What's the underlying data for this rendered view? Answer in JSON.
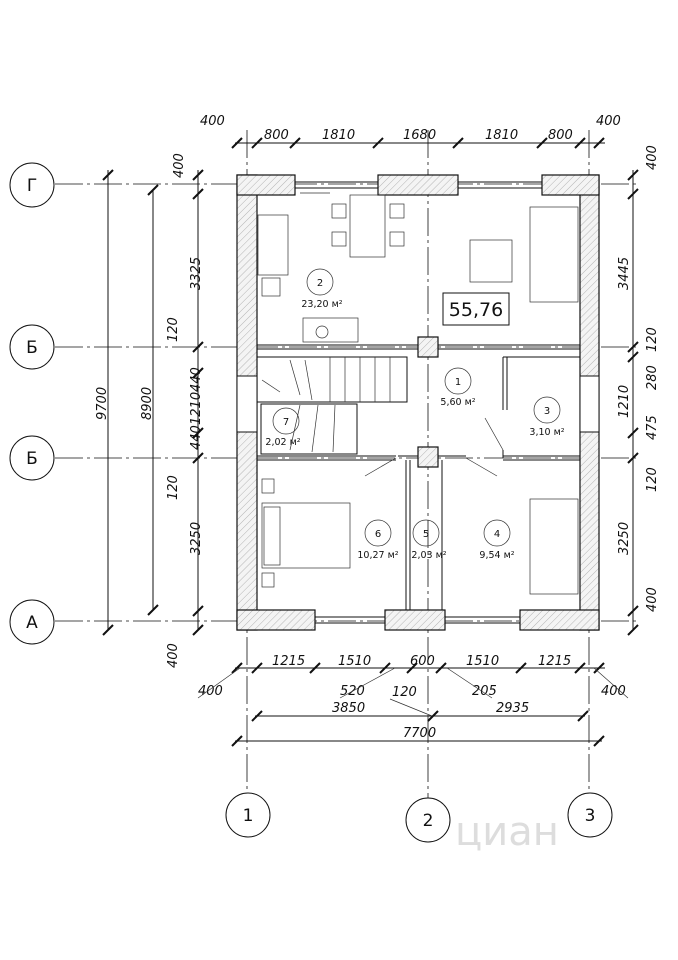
{
  "total_area": "55,76",
  "axes": {
    "rows": [
      "Г",
      "Б",
      "Б",
      "А"
    ],
    "cols": [
      "1",
      "2",
      "3"
    ]
  },
  "dims": {
    "top": [
      "400",
      "800",
      "1810",
      "1680",
      "1810",
      "800",
      "400"
    ],
    "right": [
      "400",
      "3445",
      "120",
      "1210",
      "280",
      "475",
      "120",
      "3250",
      "400"
    ],
    "left": [
      "400",
      "3325",
      "120",
      "440",
      "1210",
      "440",
      "120",
      "3250",
      "400",
      "8900",
      "9700"
    ],
    "bottom_row1": [
      "1215",
      "1510",
      "600",
      "1510",
      "1215"
    ],
    "bottom_leaders": [
      "400",
      "520",
      "120",
      "205",
      "400"
    ],
    "bottom_row2": [
      "3850",
      "2935"
    ],
    "bottom_total": "7700"
  },
  "rooms": [
    {
      "num": "2",
      "area": "23,20 м²"
    },
    {
      "num": "1",
      "area": "5,60 м²"
    },
    {
      "num": "3",
      "area": "3,10 м²"
    },
    {
      "num": "7",
      "area": "2,02 м²"
    },
    {
      "num": "6",
      "area": "10,27 м²"
    },
    {
      "num": "5",
      "area": "2,03 м²"
    },
    {
      "num": "4",
      "area": "9,54 м²"
    }
  ],
  "watermark": "циан"
}
